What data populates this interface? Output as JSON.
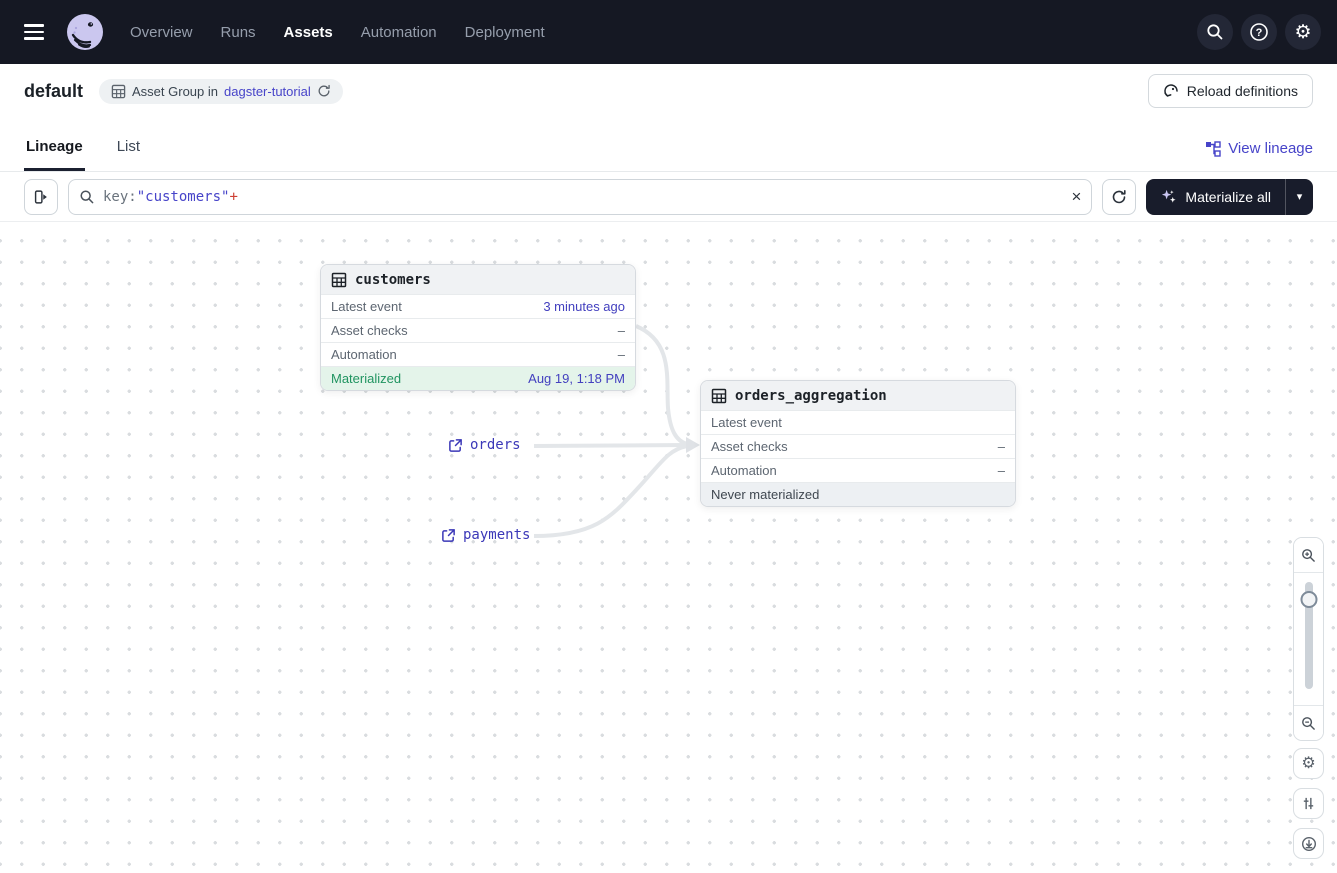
{
  "colors": {
    "nav_bg": "#151823",
    "accent": "#4744c9",
    "success_text": "#209460",
    "success_bg": "#e4f4ea",
    "error": "#ce3f33",
    "edge": "#e3e6e9"
  },
  "nav": {
    "items": [
      {
        "label": "Overview"
      },
      {
        "label": "Runs"
      },
      {
        "label": "Assets",
        "active": true
      },
      {
        "label": "Automation"
      },
      {
        "label": "Deployment"
      }
    ]
  },
  "header": {
    "title": "default",
    "badge": {
      "prefix": "Asset Group in",
      "link": "dagster-tutorial"
    },
    "reload_button": "Reload definitions"
  },
  "tabs": {
    "lineage": "Lineage",
    "list": "List",
    "view_lineage": "View lineage"
  },
  "toolbar": {
    "query": {
      "key": "key:",
      "value": "\"customers\"",
      "operator": "+"
    },
    "clear": "×",
    "materialize_label": "Materialize all",
    "caret": "▼"
  },
  "graph": {
    "nodes": [
      {
        "title": "customers",
        "rows": [
          {
            "label": "Latest event",
            "value": "3 minutes ago"
          },
          {
            "label": "Asset checks",
            "value": "–"
          },
          {
            "label": "Automation",
            "value": "–"
          },
          {
            "label": "Materialized",
            "value": "Aug 19, 1:18 PM"
          }
        ]
      },
      {
        "title": "orders_aggregation",
        "rows": [
          {
            "label": "Latest event",
            "value": ""
          },
          {
            "label": "Asset checks",
            "value": "–"
          },
          {
            "label": "Automation",
            "value": "–"
          },
          {
            "label": "Never materialized",
            "value": ""
          }
        ]
      }
    ],
    "external_assets": [
      {
        "label": "orders"
      },
      {
        "label": "payments"
      }
    ]
  }
}
